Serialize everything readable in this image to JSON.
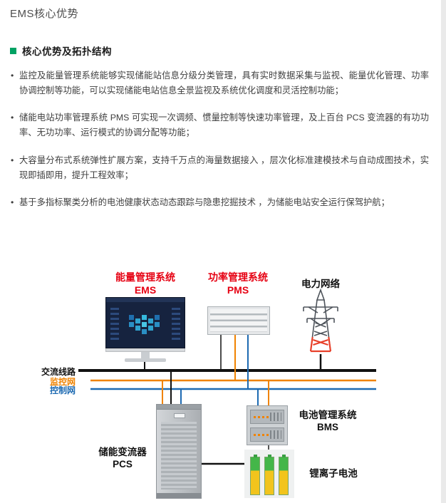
{
  "page": {
    "title": "EMS核心优势"
  },
  "section": {
    "heading": "核心优势及拓扑结构",
    "bullets": [
      "监控及能量管理系统能够实现储能站信息分级分类管理，具有实时数据采集与监视、能量优化管理、功率协调控制等功能，可以实现储能电站信息全景监视及系统优化调度和灵活控制功能；",
      "储能电站功率管理系统 PMS 可实现一次调频、惯量控制等快速功率管理，及上百台 PCS 变流器的有功功率、无功功率、运行模式的协调分配等功能；",
      "大容量分布式系统弹性扩展方案，支持千万点的海量数据接入 ，层次化标准建模技术与自动成图技术，实现即插即用，提升工程效率；",
      "基于多指标聚类分析的电池健康状态动态跟踪与隐患挖掘技术 ，为储能电站安全运行保驾护航；"
    ]
  },
  "diagram": {
    "ems": {
      "name": "能量管理系统",
      "abbr": "EMS"
    },
    "pms": {
      "name": "功率管理系统",
      "abbr": "PMS"
    },
    "grid": {
      "name": "电力网络"
    },
    "buses": {
      "ac": "交流线路",
      "monitoring": "监控网",
      "control": "控制网"
    },
    "pcs": {
      "name": "储能变流器",
      "abbr": "PCS"
    },
    "bms": {
      "name": "电池管理系统",
      "abbr": "BMS"
    },
    "battery": {
      "name": "锂离子电池"
    }
  },
  "theme": {
    "red": "#e60012",
    "orange": "#f08300",
    "blue": "#1d6ab2",
    "green": "#00a263",
    "ink": "#111111"
  }
}
